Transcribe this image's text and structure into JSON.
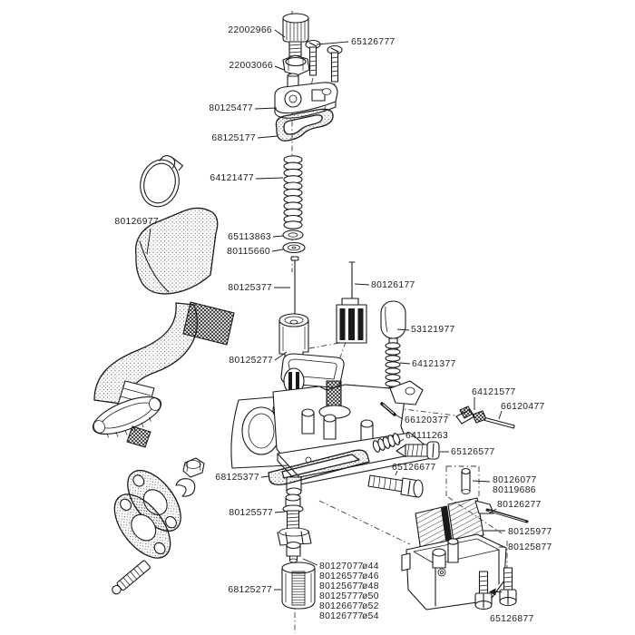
{
  "figure": {
    "type": "exploded-parts-diagram",
    "subject": "carburetor assembly",
    "background": "#ffffff",
    "line_color": "#1a1a1a",
    "text_color": "#1c1c1c"
  },
  "labels": {
    "l22002966": "22002966",
    "l65126777": "65126777",
    "l22003066": "22003066",
    "l80125477": "80125477",
    "l68125177": "68125177",
    "l64121477": "64121477",
    "l80126977": "80126977",
    "l65113863": "65113863",
    "l80115660": "80115660",
    "l80125377": "80125377",
    "l80126177": "80126177",
    "l53121977": "53121977",
    "l64121377": "64121377",
    "l80125277": "80125277",
    "l64121577": "64121577",
    "l66120477": "66120477",
    "l66120377": "66120377",
    "l64111263": "64111263",
    "l65126577": "65126577",
    "l65126677": "65126677",
    "l68125377": "68125377",
    "l80126077": "80126077",
    "l80119686": "80119686",
    "l80126277": "80126277",
    "l80125977": "80125977",
    "l80125877": "80125877",
    "l80125577": "80125577",
    "l68125277": "68125277",
    "l65126877": "65126877"
  },
  "jets": {
    "rows": [
      {
        "part": "80127077",
        "size": "ø44"
      },
      {
        "part": "80126577",
        "size": "ø46"
      },
      {
        "part": "80125677",
        "size": "ø48"
      },
      {
        "part": "80125777",
        "size": "ø50"
      },
      {
        "part": "80126677",
        "size": "ø52"
      },
      {
        "part": "80126777",
        "size": "ø54"
      }
    ]
  }
}
